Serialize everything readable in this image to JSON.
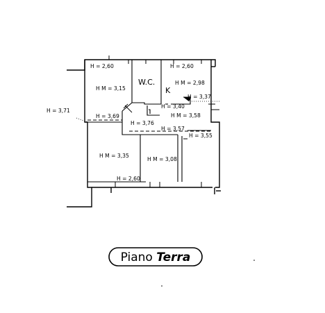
{
  "labels": {
    "h_260_left": "H = 2,60",
    "h_260_right": "H = 2,60",
    "hm_315": "H M = 3,15",
    "wc": "W.C.",
    "k": "K",
    "hm_298": "H M = 2,98",
    "h_337": "H = 3,37",
    "h_340": "H = 3,40",
    "h_371": "H = 3,71",
    "h_369": "H = 3,69",
    "hm_358": "H M = 3,58",
    "h_376": "H = 3,76",
    "h_357": "H = 3,57",
    "h_355": "H = 3,55",
    "hm_335": "H M = 3,35",
    "hm_308": "H M = 3,08",
    "h_260_bottom": "H = 2,60"
  },
  "title": {
    "part1": "Piano ",
    "part2": "Terra"
  }
}
